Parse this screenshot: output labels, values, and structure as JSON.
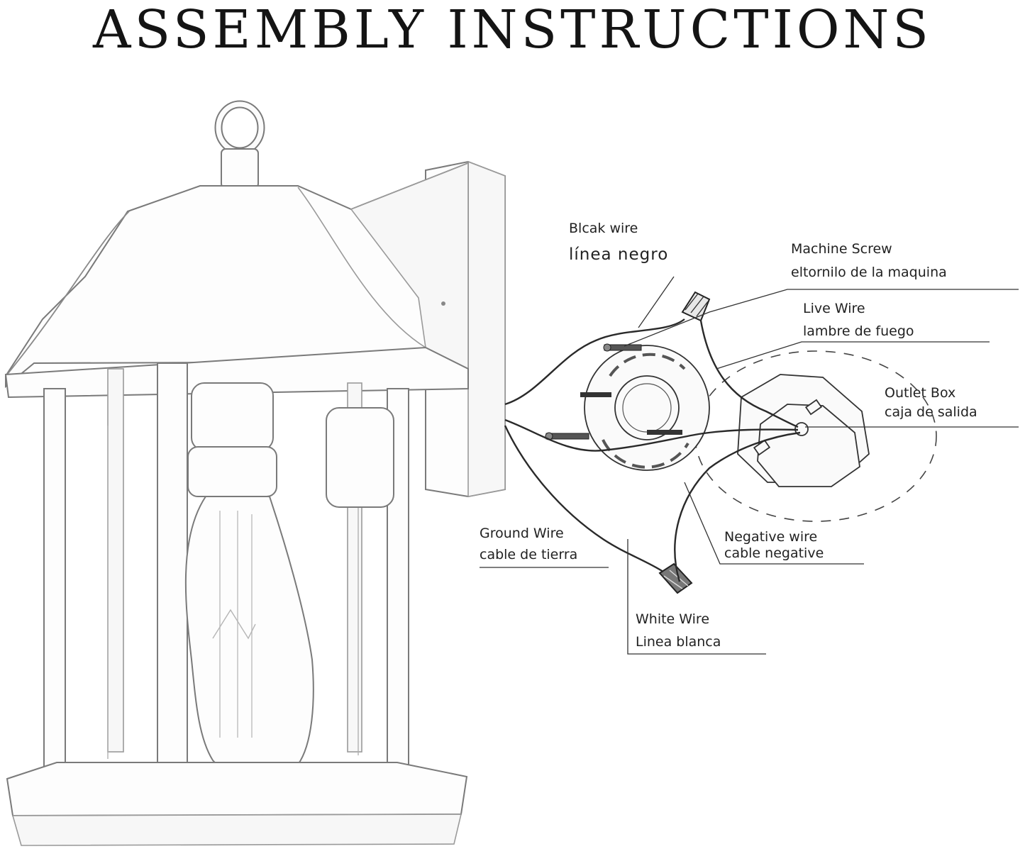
{
  "title": "ASSEMBLY INSTRUCTIONS",
  "labels": {
    "black_wire": {
      "en": "Blcak wire",
      "es": "línea negro"
    },
    "machine_screw": {
      "en": "Machine Screw",
      "es": "eltornilo de la maquina"
    },
    "live_wire": {
      "en": "Live Wire",
      "es": "lambre de fuego"
    },
    "outlet_box": {
      "en": "Outlet Box",
      "es": "caja de salida"
    },
    "ground_wire": {
      "en": "Ground Wire",
      "es": "cable de tierra"
    },
    "negative_wire": {
      "en": "Negative wire",
      "es": "cable negative"
    },
    "white_wire": {
      "en": "White Wire",
      "es": "Linea blanca"
    }
  }
}
